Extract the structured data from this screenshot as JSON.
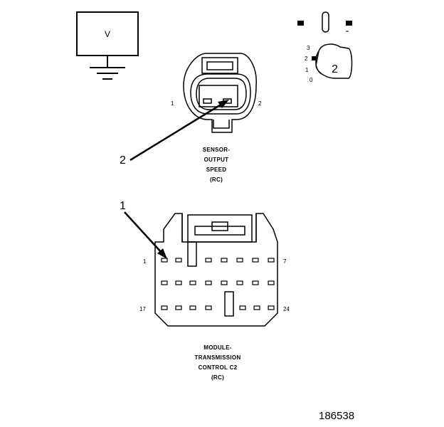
{
  "meter": {
    "symbol": "V"
  },
  "probe_key": {
    "ticks": [
      "3",
      "2",
      "1",
      "0"
    ],
    "label": "2"
  },
  "sensor_connector": {
    "pin_left": "1",
    "pin_right": "2",
    "callout": "2",
    "caption": [
      "SENSOR-",
      "OUTPUT",
      "SPEED",
      "(RC)"
    ]
  },
  "module_connector": {
    "callout": "1",
    "pin_top_left": "1",
    "pin_top_right": "7",
    "pin_bottom_left": "17",
    "pin_bottom_right": "24",
    "caption": [
      "MODULE-",
      "TRANSMISSION",
      "CONTROL C2",
      "(RC)"
    ]
  },
  "figure_number": "186538"
}
